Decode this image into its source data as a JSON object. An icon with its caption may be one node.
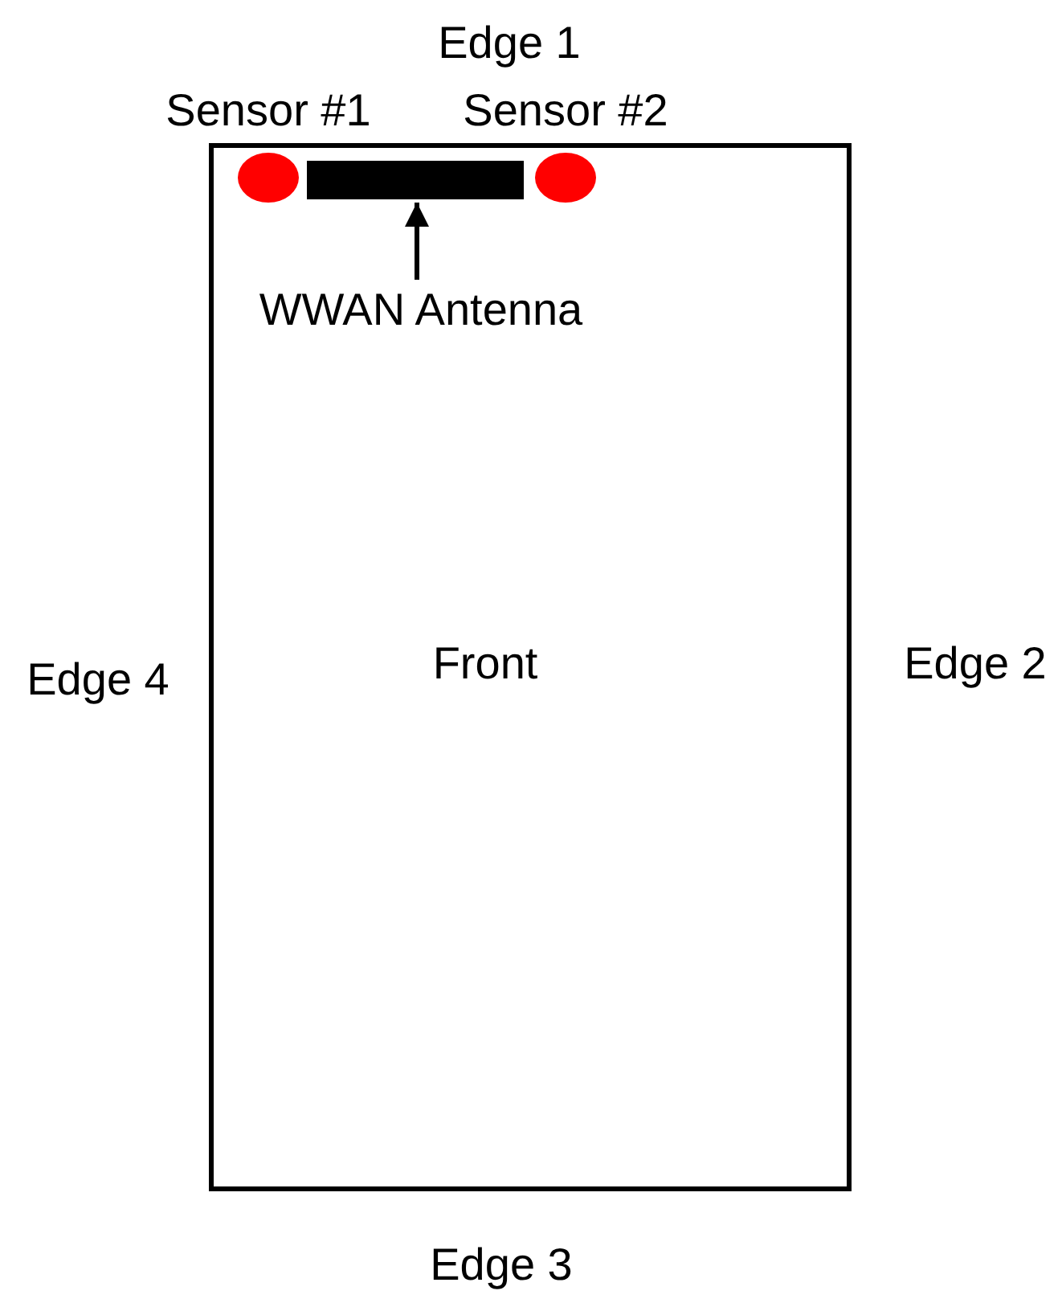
{
  "diagram": {
    "nodes": [
      {
        "text": [
          "Front"
        ]
      },
      {
        "text": [],
        "shape": "circle",
        "in": 0,
        "beside": [
          "Sensor #1"
        ]
      },
      {
        "text": [],
        "shape": "bar",
        "in": 0
      },
      {
        "text": [],
        "shape": "circle",
        "in": 0,
        "beside": [
          "Sensor #2"
        ]
      },
      {
        "text": [
          "WWAN Antenna"
        ],
        "in": 0
      }
    ],
    "edges": [
      {
        "from": 4,
        "to": 2,
        "arrow": "to"
      }
    ],
    "labels": [
      "Edge 1",
      "Edge 4",
      "Edge 2",
      "Edge 3"
    ]
  }
}
